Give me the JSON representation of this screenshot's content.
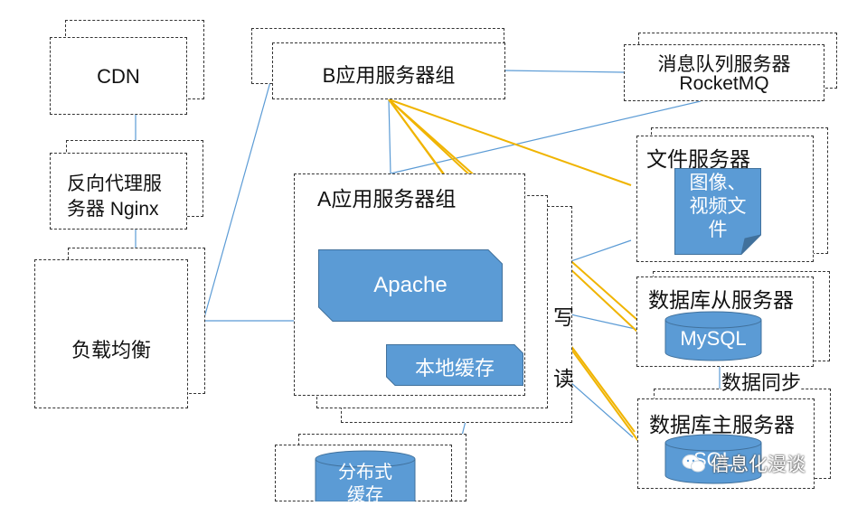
{
  "nodes": {
    "cdn": "CDN",
    "nginx_line1": "反向代理服",
    "nginx_line2": "务器 Nginx",
    "load_balancer": "负载均衡",
    "b_group": "B应用服务器组",
    "mq_line1": "消息队列服务器",
    "mq_line2": "RocketMQ",
    "a_group": "A应用服务器组",
    "apache": "Apache",
    "local_cache": "本地缓存",
    "distributed_cache_line1": "分布式",
    "distributed_cache_line2": "缓存",
    "file_server": "文件服务器",
    "file_doc_line1": "图像、",
    "file_doc_line2": "视频文",
    "file_doc_line3": "件",
    "db_slave": "数据库从服务器",
    "mysql": "MySQL",
    "db_master": "数据库主服务器",
    "sql": "SQL"
  },
  "edge_labels": {
    "write": "写",
    "read": "读",
    "sync": "数据同步"
  },
  "watermark": "信息化漫谈",
  "colors": {
    "connector_blue": "#5b9bd5",
    "connector_gold": "#f0b400",
    "shape_fill": "#5b9bd5"
  }
}
